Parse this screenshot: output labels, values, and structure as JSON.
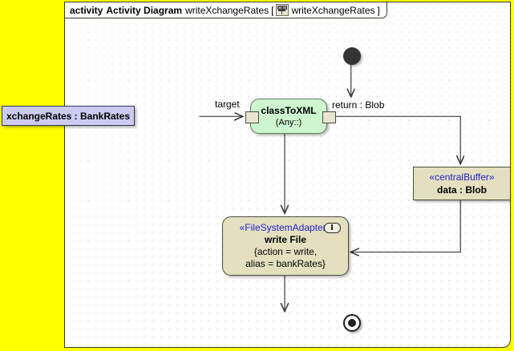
{
  "frame": {
    "keyword": "activity",
    "diagram_type": "Activity Diagram",
    "name": "writeXchangeRates",
    "bracket_open": "[",
    "icon": "activity-node-icon",
    "qualified_name": "writeXchangeRates",
    "bracket_close": "]"
  },
  "canvas": {
    "background_color": "#ffffff",
    "margin_color": "#ffff00",
    "grid": "dotted"
  },
  "nodes": {
    "initial": {
      "name": "initial-node",
      "label": ""
    },
    "final": {
      "name": "activity-final-node",
      "label": ""
    },
    "class_to_xml": {
      "title": "classToXML",
      "subtitle": "(Any::)",
      "fill": "#cdf5ce",
      "pins": {
        "input": {
          "label": "target"
        },
        "output": {
          "label": "return : Blob"
        }
      }
    },
    "central_buffer": {
      "stereotype": "«centralBuffer»",
      "label": "data : Blob",
      "fill": "#e4e0bf"
    },
    "write_file": {
      "stereotype": "«FileSystemAdapter»",
      "title": "write File",
      "property_line1": "{action = write,",
      "property_line2": "alias = bankRates}",
      "badge": "pin-badge-icon",
      "fill": "#e4e0bf"
    },
    "object_bankrates": {
      "label": "xchangeRates : BankRates",
      "fill": "#ccccf2"
    }
  }
}
